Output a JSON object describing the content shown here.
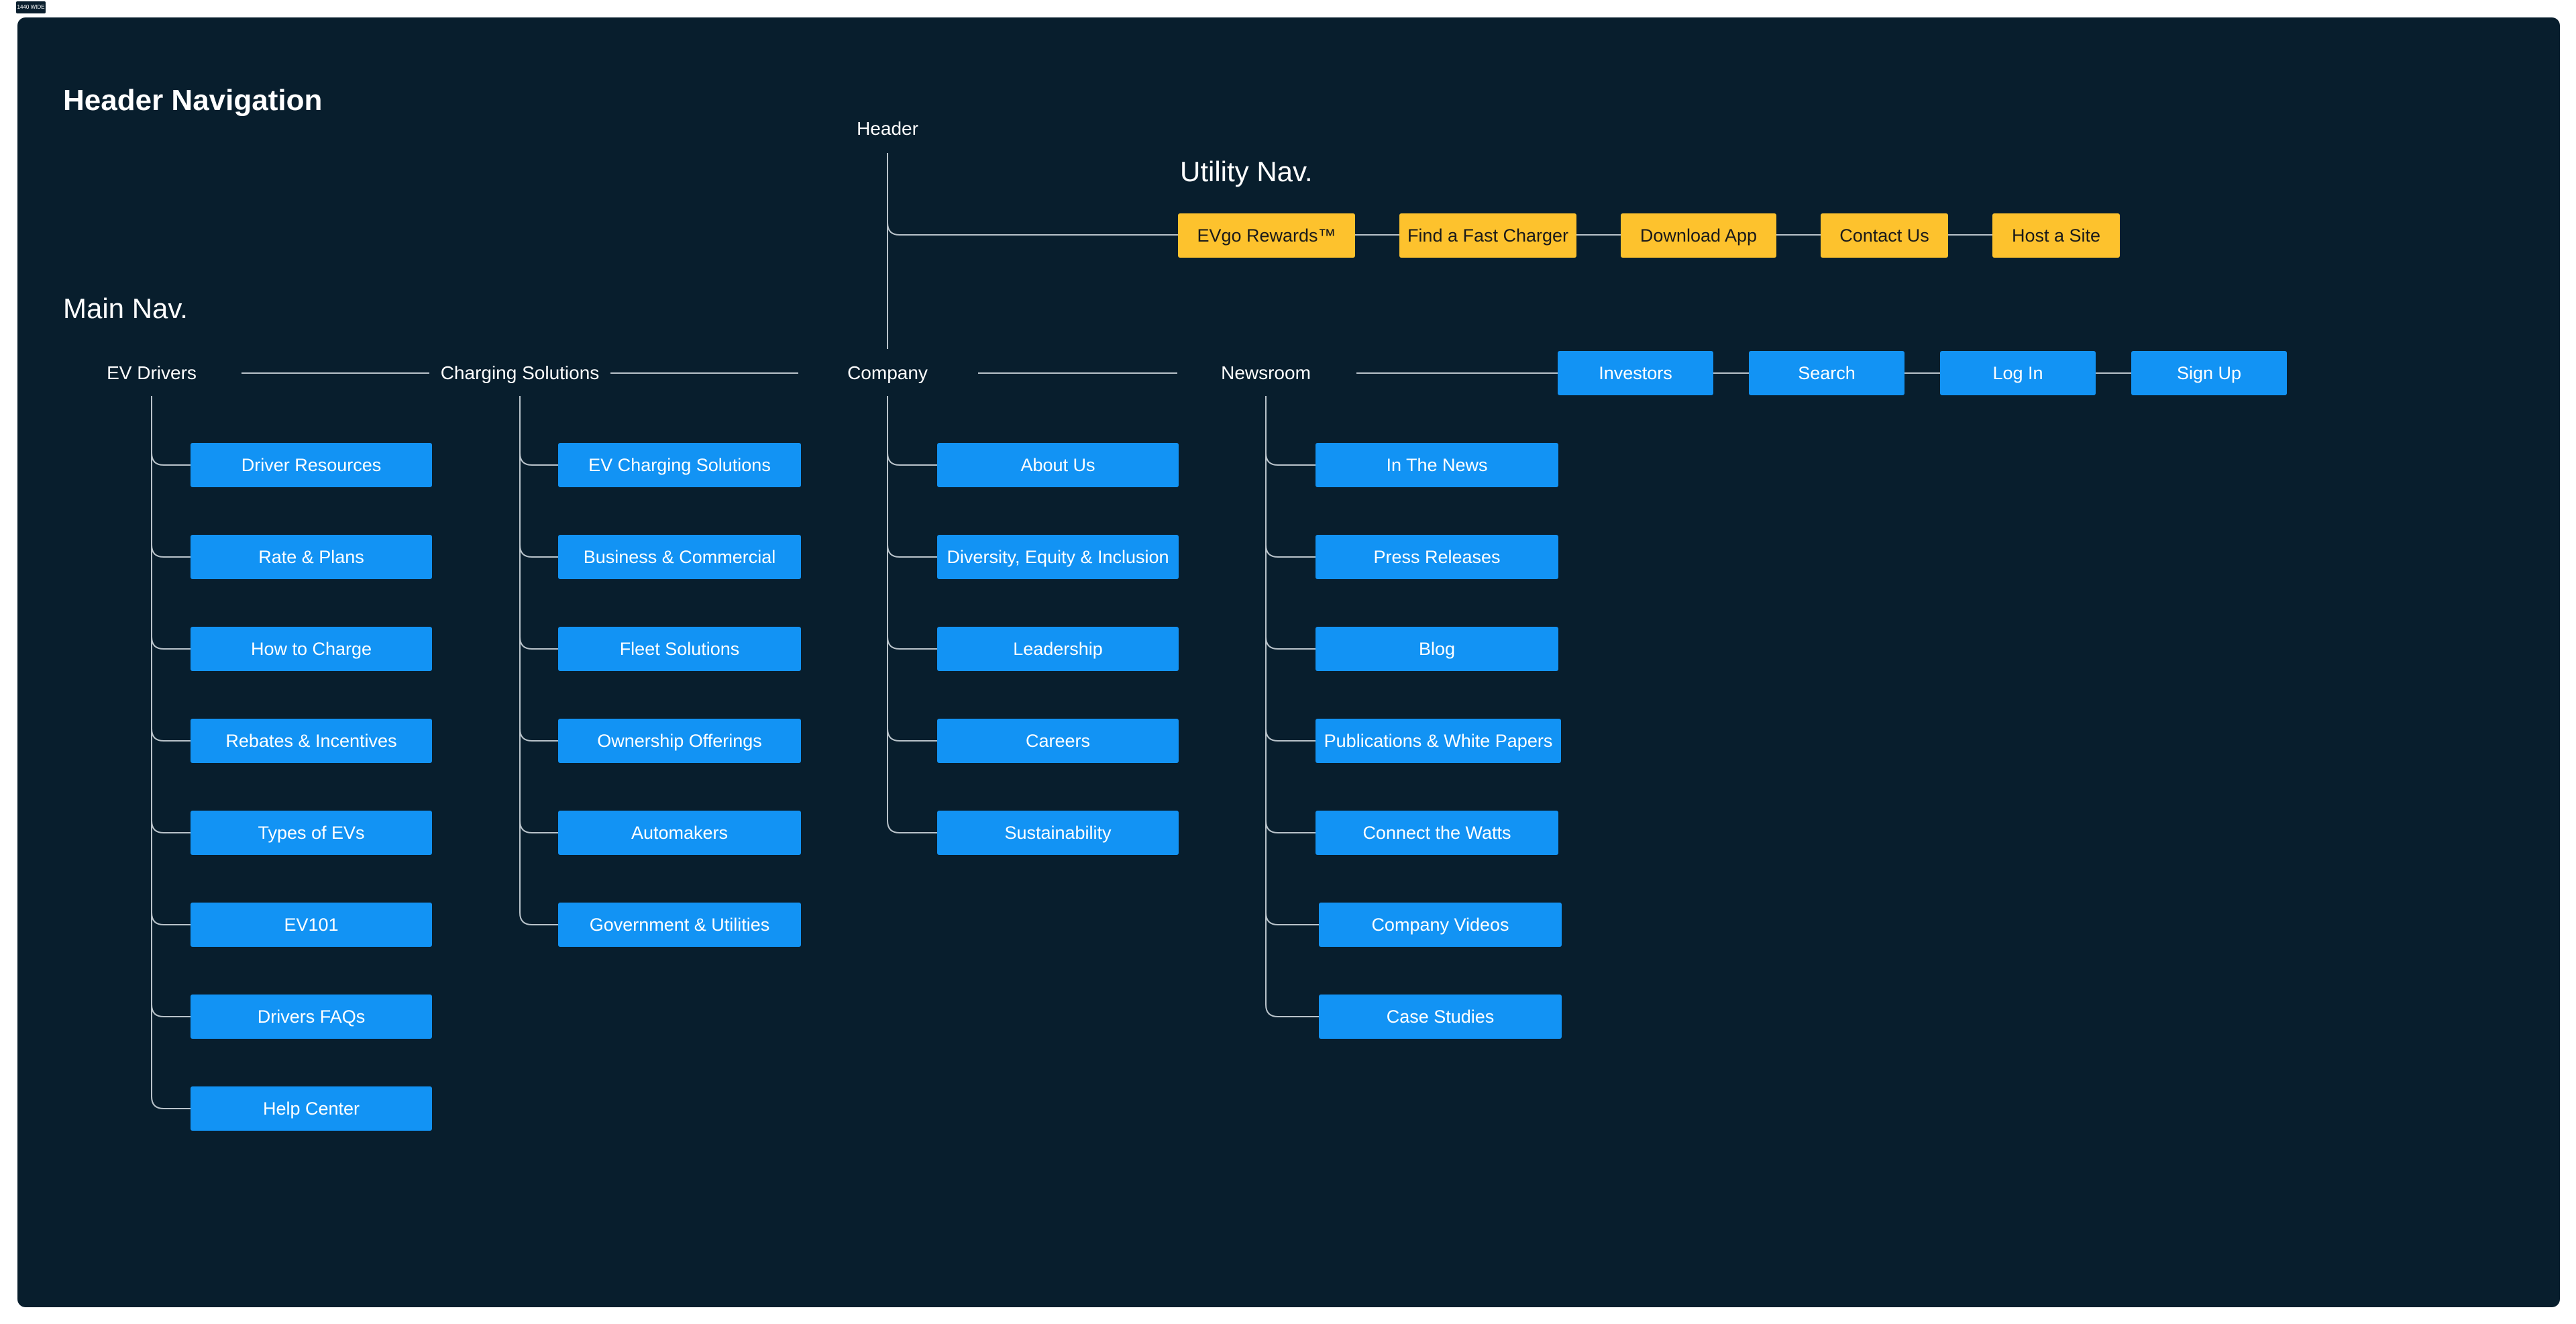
{
  "frame_tag": "1440 WIDE",
  "title": "Header Navigation",
  "header_label": "Header",
  "utility_nav": {
    "label": "Utility  Nav.",
    "items": [
      "EVgo Rewards™",
      "Find a Fast Charger",
      "Download App",
      "Contact Us",
      "Host a Site"
    ]
  },
  "main_nav": {
    "label": "Main Nav.",
    "groups": [
      {
        "label": "EV Drivers",
        "items": [
          "Driver Resources",
          "Rate & Plans",
          "How to Charge",
          "Rebates & Incentives",
          "Types of EVs",
          "EV101",
          "Drivers FAQs",
          "Help Center"
        ]
      },
      {
        "label": "Charging Solutions",
        "items": [
          "EV Charging Solutions",
          "Business & Commercial",
          "Fleet Solutions",
          "Ownership Offerings",
          "Automakers",
          "Government & Utilities"
        ]
      },
      {
        "label": "Company",
        "items": [
          "About Us",
          "Diversity, Equity & Inclusion",
          "Leadership",
          "Careers",
          "Sustainability"
        ]
      },
      {
        "label": "Newsroom",
        "items": [
          "In The News",
          "Press Releases",
          "Blog",
          "Publications & White Papers",
          "Connect the Watts",
          "Company Videos",
          "Case Studies"
        ]
      }
    ],
    "buttons": [
      "Investors",
      "Search",
      "Log In",
      "Sign Up"
    ]
  },
  "colors": {
    "background": "#081e2d",
    "blue_box": "#1293f4",
    "yellow_box": "#fdc22d",
    "connector": "#b9c3ca"
  }
}
